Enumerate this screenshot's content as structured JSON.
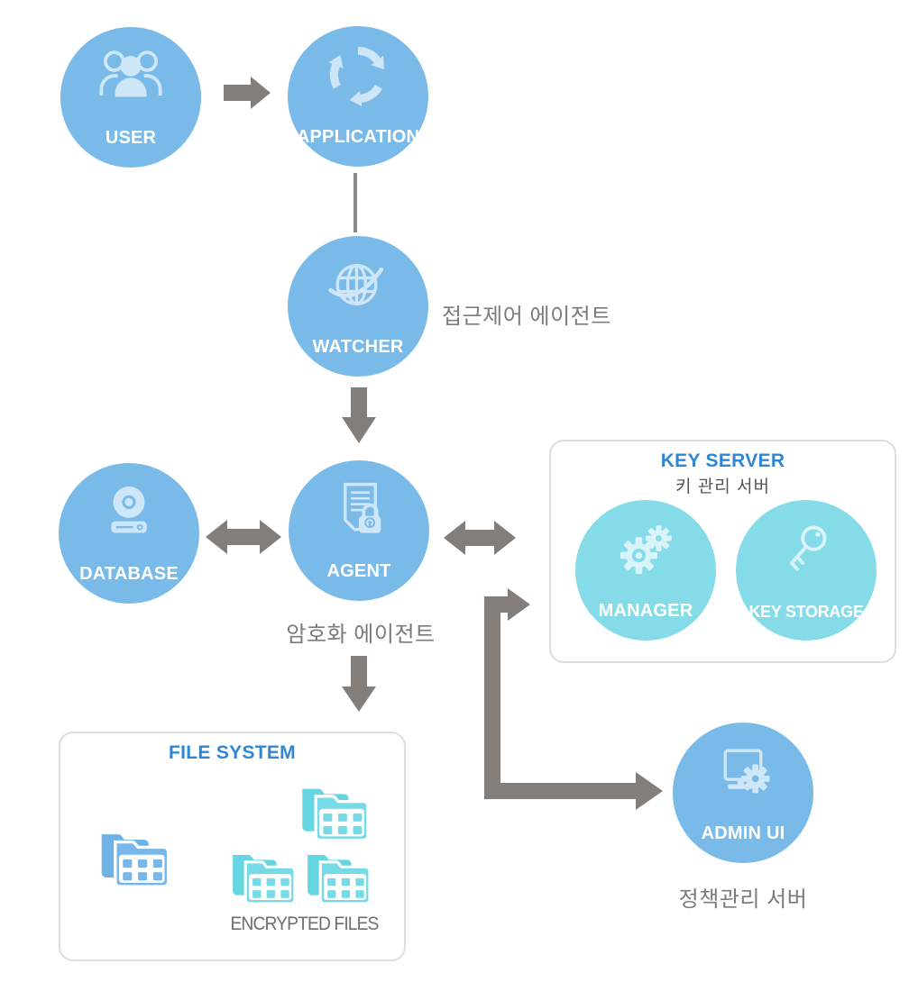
{
  "diagram_title": "",
  "nodes": {
    "user": {
      "label": "USER",
      "icon": "users-icon",
      "color": "#79BAE8"
    },
    "application": {
      "label": "APPLICATION",
      "icon": "sync-arrows-icon",
      "color": "#79BAE8"
    },
    "watcher": {
      "label": "WATCHER",
      "icon": "globe-icon",
      "color": "#79BAE8"
    },
    "database": {
      "label": "DATABASE",
      "icon": "disk-drive-icon",
      "color": "#79BAE8"
    },
    "agent": {
      "label": "AGENT",
      "icon": "document-lock-icon",
      "color": "#79BAE8"
    },
    "manager": {
      "label": "MANAGER",
      "icon": "gears-icon",
      "color": "#85DCE8"
    },
    "key_storage": {
      "label": "KEY STORAGE",
      "icon": "key-icon",
      "color": "#85DCE8"
    },
    "admin_ui": {
      "label": "ADMIN UI",
      "icon": "monitor-gear-icon",
      "color": "#79BAE8"
    }
  },
  "annotations": {
    "watcher": "접근제어 에이전트",
    "agent": "암호화 에이전트",
    "admin_ui": "정책관리 서버"
  },
  "groups": {
    "key_server": {
      "title": "KEY SERVER",
      "subtitle": "키 관리 서버"
    },
    "file_system": {
      "title": "FILE SYSTEM",
      "caption": "ENCRYPTED FILES"
    }
  },
  "colors": {
    "node_blue": "#79BAE8",
    "node_cyan": "#85DCE8",
    "icon_on_blue": "#CDE6F8",
    "icon_on_cyan": "#D8F4F8",
    "arrow_gray": "#837E7A",
    "connector_line_gray": "#8A8A8A",
    "group_title_blue": "#2F86D3",
    "group_subtitle_gray": "#565656",
    "annotation_gray": "#7B7B7B",
    "caption_gray": "#6E6E6E",
    "folder_blue": "#6FB2E6",
    "folder_cyan": "#66D5E2",
    "box_border": "#DEDEDE"
  }
}
